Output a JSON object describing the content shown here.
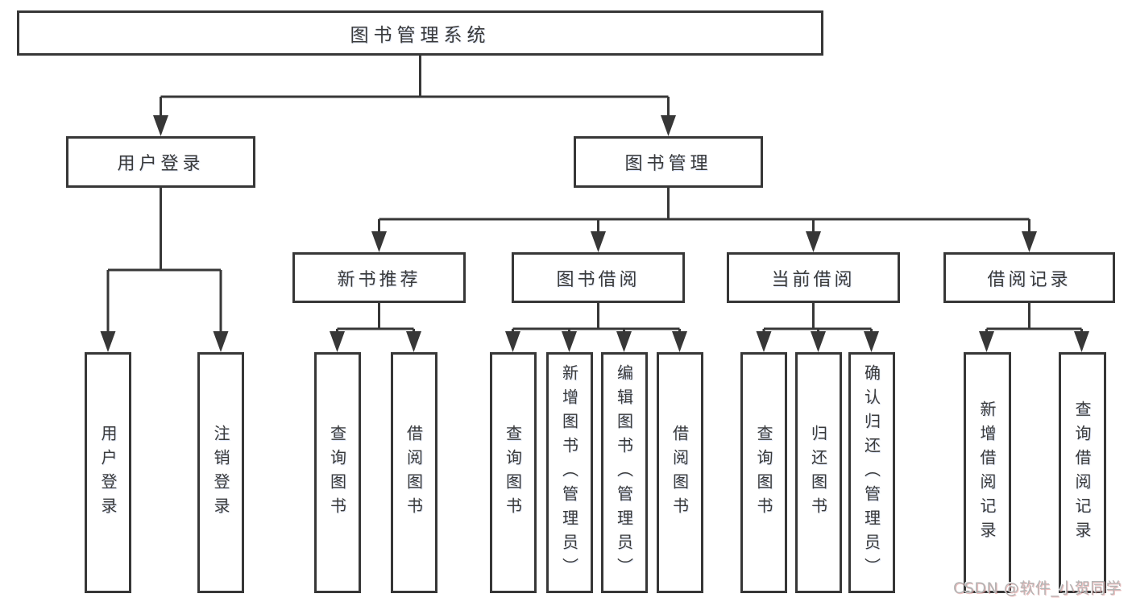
{
  "diagram": {
    "root": {
      "label": "图书管理系统"
    },
    "level2": [
      {
        "label": "用户登录"
      },
      {
        "label": "图书管理"
      }
    ],
    "level3": [
      {
        "label": "新书推荐",
        "parent": "图书管理"
      },
      {
        "label": "图书借阅",
        "parent": "图书管理"
      },
      {
        "label": "当前借阅",
        "parent": "图书管理"
      },
      {
        "label": "借阅记录",
        "parent": "图书管理"
      }
    ],
    "leaves": [
      {
        "label": "用户登录",
        "parent": "用户登录"
      },
      {
        "label": "注销登录",
        "parent": "用户登录"
      },
      {
        "label": "查询图书",
        "parent": "新书推荐"
      },
      {
        "label": "借阅图书",
        "parent": "新书推荐"
      },
      {
        "label": "查询图书",
        "parent": "图书借阅"
      },
      {
        "label": "新增图书（管理员）",
        "parent": "图书借阅"
      },
      {
        "label": "编辑图书（管理员）",
        "parent": "图书借阅"
      },
      {
        "label": "借阅图书",
        "parent": "图书借阅"
      },
      {
        "label": "查询图书",
        "parent": "当前借阅"
      },
      {
        "label": "归还图书",
        "parent": "当前借阅"
      },
      {
        "label": "确认归还（管理员）",
        "parent": "当前借阅"
      },
      {
        "label": "新增借阅记录",
        "parent": "借阅记录"
      },
      {
        "label": "查询借阅记录",
        "parent": "借阅记录"
      }
    ],
    "watermark": "CSDN @软件_小贺同学",
    "colors": {
      "line": "#373737",
      "text": "#3a3a3a",
      "watermark": "#b4b4b4",
      "background": "#ffffff"
    }
  }
}
